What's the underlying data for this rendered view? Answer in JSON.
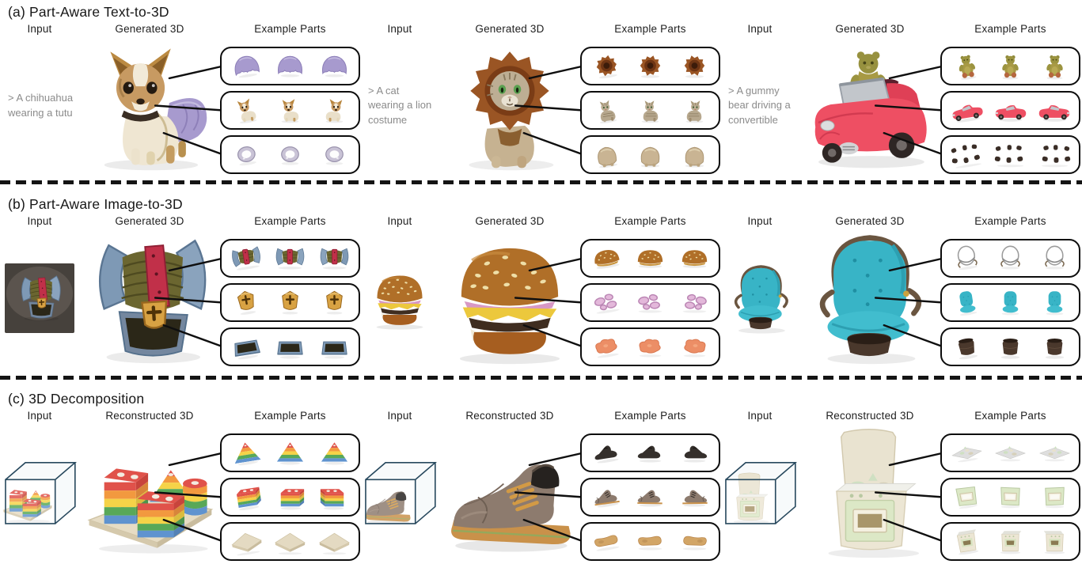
{
  "figure": {
    "sections": [
      {
        "label": "(a)",
        "title": "(a) Part-Aware Text-to-3D",
        "columns": {
          "input": "Input",
          "main": "Generated 3D",
          "parts": "Example Parts"
        },
        "groups": [
          {
            "prompt": "> A chihuahua wearing a tutu",
            "object": "chihuahua-wearing-tutu",
            "parts": [
              "tutu",
              "chihuahua",
              "collar"
            ]
          },
          {
            "prompt": "> A cat wearing a lion costume",
            "object": "cat-in-lion-costume",
            "parts": [
              "lion-mane",
              "cat",
              "lion-costume"
            ]
          },
          {
            "prompt": "> A gummy bear driving a convertible",
            "object": "gummy-bear-convertible",
            "parts": [
              "gummy-bear",
              "convertible-body",
              "wheels"
            ]
          }
        ]
      },
      {
        "label": "(b)",
        "title": "(b) Part-Aware Image-to-3D",
        "columns": {
          "input": "Input",
          "main": "Generated 3D",
          "parts": "Example Parts"
        },
        "groups": [
          {
            "input_image": "treasure-chest-photo",
            "object": "treasure-chest",
            "parts": [
              "chest-lid",
              "chest-lock",
              "chest-base"
            ]
          },
          {
            "input_image": "cheeseburger-image",
            "object": "cheeseburger",
            "parts": [
              "burger-bun",
              "onion-slices",
              "tomato-slices"
            ]
          },
          {
            "input_image": "swivel-chair-image",
            "object": "swivel-chair",
            "parts": [
              "chair-frame",
              "chair-cushion",
              "chair-base"
            ]
          }
        ]
      },
      {
        "label": "(c)",
        "title": "(c) 3D Decomposition",
        "columns": {
          "input": "Input",
          "main": "Reconstructed 3D",
          "parts": "Example Parts"
        },
        "groups": [
          {
            "input_image": "toy-blocks-in-box",
            "object": "toy-blocks",
            "parts": [
              "triangle-block",
              "rect-block",
              "wooden-board"
            ]
          },
          {
            "input_image": "dress-shoe-in-box",
            "object": "dress-shoe",
            "parts": [
              "shoe-liner",
              "shoe-upper",
              "shoe-sole"
            ]
          },
          {
            "input_image": "toy-stove-in-box",
            "object": "toy-stove",
            "parts": [
              "stove-top-items",
              "stove-front-panel",
              "stove-body"
            ]
          }
        ]
      }
    ],
    "colors": {
      "background": "#ffffff",
      "divider": "#141414",
      "box_border": "#0d0d0d",
      "connector_line": "#0f0f0f",
      "heading_text": "#1e1e1e",
      "prompt_text": "#8b8b8b",
      "tutu_purple": "#a79ace",
      "dog_tan": "#c79a62",
      "mane_brown": "#9a5524",
      "car_red": "#ee4f63",
      "chest_blue": "#7e99b5",
      "strap_red": "#c13049",
      "lock_gold": "#d8a243",
      "bun_brown": "#b06f28",
      "onion_pink": "#d898c4",
      "chair_teal": "#38b4c6",
      "block_red": "#e0524a",
      "block_orange": "#f2993f",
      "block_yellow": "#f5d348",
      "block_green": "#58a858",
      "block_blue": "#5f93cf",
      "shoe_brown": "#8d7b6e",
      "stove_cream": "#ece6d4",
      "stove_green": "#dce8c6",
      "wirebox_stroke": "#28495e"
    }
  }
}
